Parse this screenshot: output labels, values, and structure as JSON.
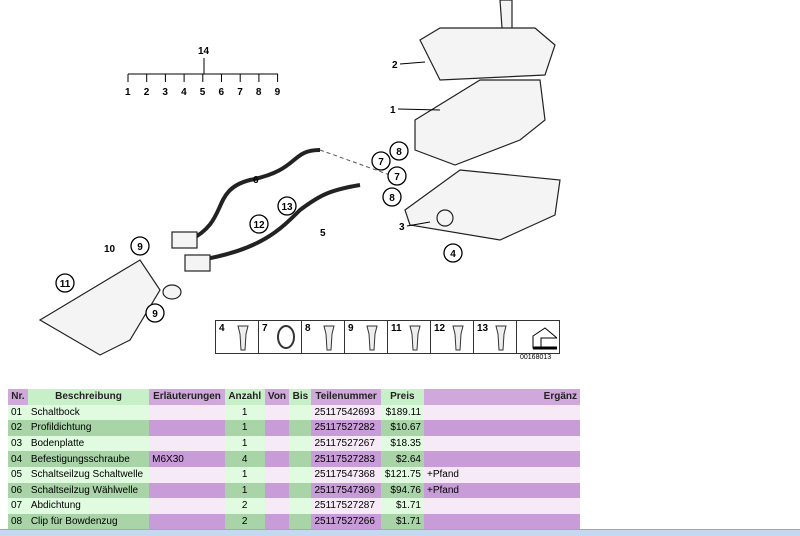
{
  "diagram": {
    "labels": [
      "14",
      "1",
      "2",
      "3",
      "4",
      "5",
      "6",
      "7",
      "8",
      "9",
      "10",
      "11",
      "12",
      "13"
    ],
    "group_numbers": [
      "1",
      "2",
      "3",
      "4",
      "5",
      "6",
      "7",
      "8",
      "9"
    ],
    "image_code": "00168013"
  },
  "icon_strip": [
    {
      "num": "4",
      "icon": "screw-icon"
    },
    {
      "num": "7",
      "icon": "seal-ring-icon"
    },
    {
      "num": "8",
      "icon": "clip-icon"
    },
    {
      "num": "9",
      "icon": "spring-clip-icon"
    },
    {
      "num": "11",
      "icon": "bolt-icon"
    },
    {
      "num": "12",
      "icon": "bracket-clip-icon"
    },
    {
      "num": "13",
      "icon": "cable-tie-icon"
    },
    {
      "num": "",
      "icon": "arrow-icon"
    }
  ],
  "table": {
    "headers": [
      "Nr.",
      "Beschreibung",
      "Erläuterungen",
      "Anzahl",
      "Von",
      "Bis",
      "Teilenummer",
      "Preis",
      "Ergänz"
    ],
    "rows": [
      [
        "01",
        "Schaltbock",
        "",
        "1",
        "",
        "",
        "25117542693",
        "$189.11",
        ""
      ],
      [
        "02",
        "Profildichtung",
        "",
        "1",
        "",
        "",
        "25117527282",
        "$10.67",
        ""
      ],
      [
        "03",
        "Bodenplatte",
        "",
        "1",
        "",
        "",
        "25117527267",
        "$18.35",
        ""
      ],
      [
        "04",
        "Befestigungsschraube",
        "M6X30",
        "4",
        "",
        "",
        "25117527283",
        "$2.64",
        ""
      ],
      [
        "05",
        "Schaltseilzug Schaltwelle",
        "",
        "1",
        "",
        "",
        "25117547368",
        "$121.75",
        "+Pfand"
      ],
      [
        "06",
        "Schaltseilzug Wählwelle",
        "",
        "1",
        "",
        "",
        "25117547369",
        "$94.76",
        "+Pfand"
      ],
      [
        "07",
        "Abdichtung",
        "",
        "2",
        "",
        "",
        "25117527287",
        "$1.71",
        ""
      ],
      [
        "08",
        "Clip für Bowdenzug",
        "",
        "2",
        "",
        "",
        "25117527266",
        "$1.71",
        ""
      ]
    ]
  }
}
